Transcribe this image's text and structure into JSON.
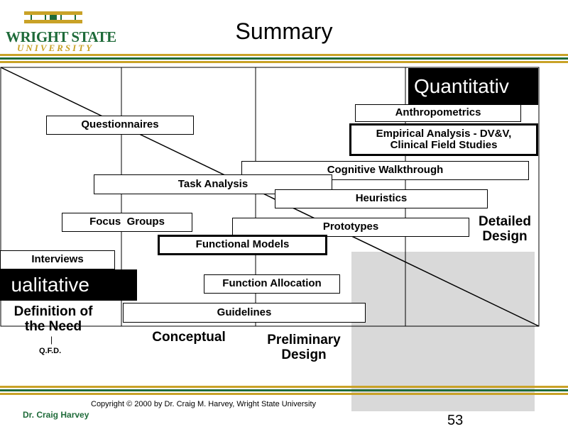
{
  "header": {
    "logo_top": "WRIGHT STATE",
    "logo_bottom": "UNIVERSITY",
    "title": "Summary"
  },
  "corners": {
    "quantitative": "Quantitativ",
    "qualitative": "ualitative"
  },
  "methods": {
    "questionnaires": "Questionnaires",
    "anthropometrics": "Anthropometrics",
    "empirical_line1": "Empirical Analysis - DV&V,",
    "empirical_line2": "Clinical Field Studies",
    "cognitive_walkthrough": "Cognitive Walkthrough",
    "task_analysis": "Task Analysis",
    "heuristics": "Heuristics",
    "focus_groups": "Focus  Groups",
    "prototypes": "Prototypes",
    "functional_models": "Functional Models",
    "interviews": "Interviews",
    "function_allocation": "Function Allocation",
    "guidelines": "Guidelines"
  },
  "stages": {
    "definition_line1": "Definition of",
    "definition_line2": "the Need",
    "qfd_bar": "|",
    "qfd": "Q.F.D.",
    "conceptual": "Conceptual",
    "preliminary_line1": "Preliminary",
    "preliminary_line2": "Design",
    "detailed_line1": "Detailed",
    "detailed_line2": "Design"
  },
  "footer": {
    "copyright": "Copyright © 2000 by Dr. Craig M. Harvey,  Wright State University",
    "author": "Dr. Craig Harvey",
    "page_number": "53"
  },
  "colors": {
    "brand_green": "#1f6b3a",
    "brand_gold": "#c9a227",
    "panel_grey": "#d9d9d9"
  }
}
